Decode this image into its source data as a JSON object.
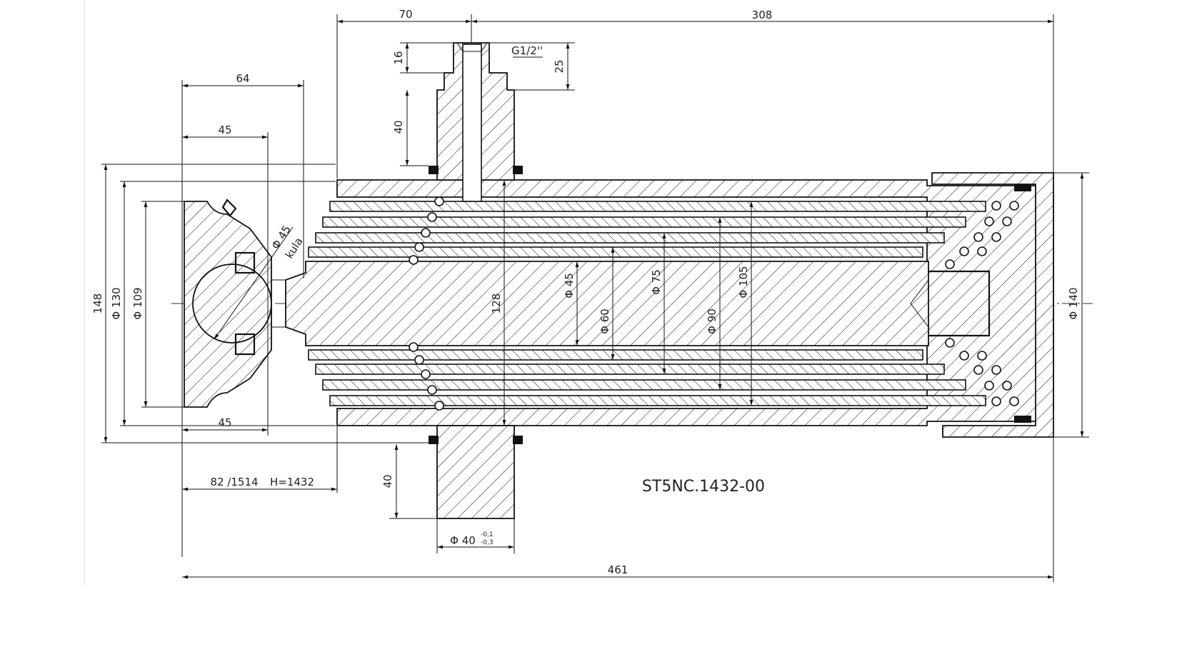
{
  "drawing": {
    "part_number": "ST5NC.1432-00",
    "dimensions": {
      "top_70": "70",
      "top_308": "308",
      "port_16": "16",
      "port_25": "25",
      "port_thread": "G1/2''",
      "port_40": "40",
      "eye_64": "64",
      "eye_45_top": "45",
      "eye_45_bottom": "45",
      "dia_148": "148",
      "dia_130": "Φ 130",
      "dia_109": "Φ 109",
      "ball_dia": "Φ 45",
      "ball_label": "kula",
      "stroke_128": "128",
      "dia_45": "Φ 45",
      "dia_60": "Φ 60",
      "dia_75": "Φ 75",
      "dia_90": "Φ 90",
      "dia_105": "Φ 105",
      "dia_140": "Φ 140",
      "length_82_1514": "82 /1514",
      "height_h": "H=1432",
      "pin_40": "40",
      "pin_dia": "Φ 40",
      "pin_tol_upper": "-0,1",
      "pin_tol_lower": "-0,3",
      "overall_461": "461"
    }
  }
}
